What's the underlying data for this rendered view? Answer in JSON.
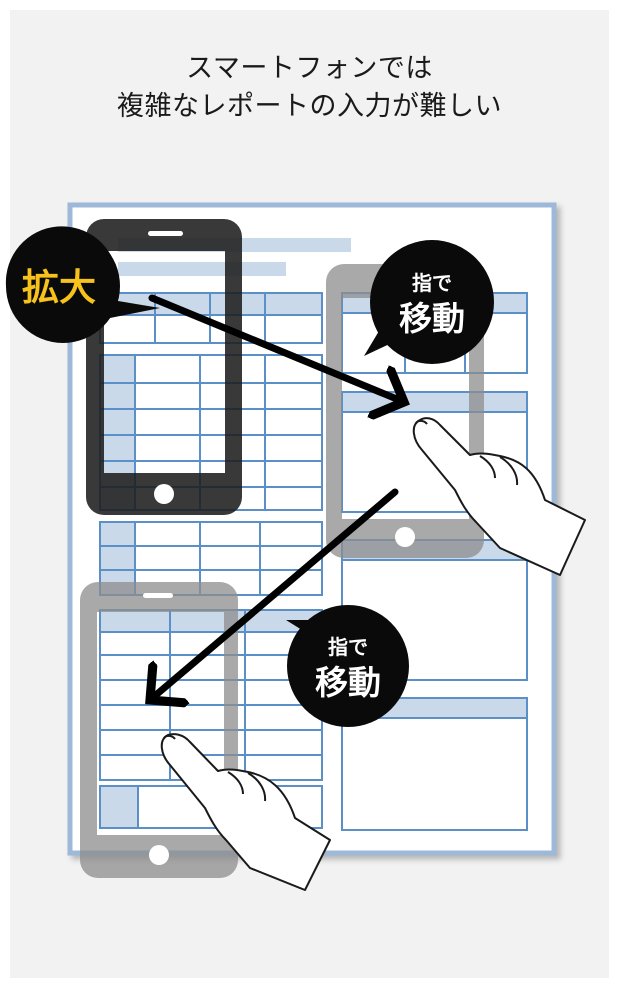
{
  "headline": {
    "line1": "スマートフォンでは",
    "line2": "複雑なレポートの入力が難しい"
  },
  "badges": {
    "zoom": {
      "label": "拡大"
    },
    "move_top": {
      "small": "指で",
      "big": "移動"
    },
    "move_bottom": {
      "small": "指で",
      "big": "移動"
    }
  },
  "colors": {
    "background": "#f2f2f2",
    "document_border": "#9db8d8",
    "form_blue": "#c9d9ea",
    "phone_dark": "#2a2a2a",
    "phone_gray": "#9a9a9a",
    "badge_black": "#0a0a0a",
    "zoom_label_yellow": "#f7c21b"
  }
}
